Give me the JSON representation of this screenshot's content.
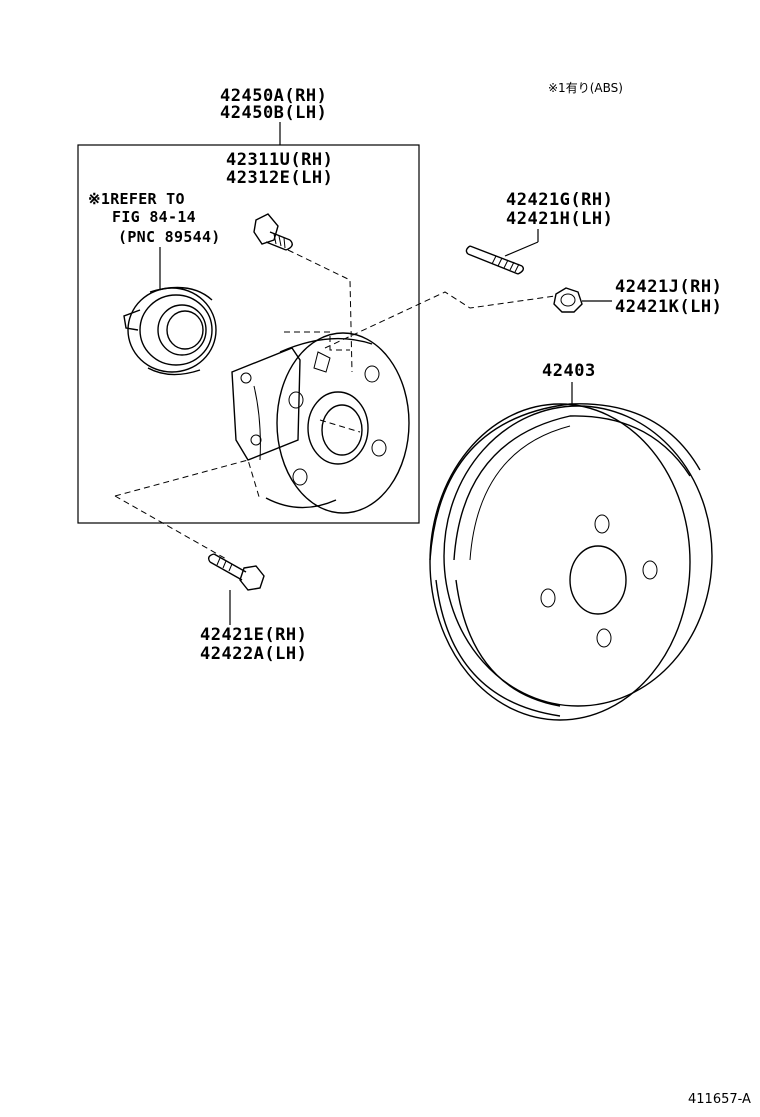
{
  "header_note": "※1有り(ABS)",
  "labels": {
    "hub_assembly": [
      "42450A(RH)",
      "42450B(LH)"
    ],
    "hub_bolt": [
      "42311U(RH)",
      "42312E(LH)"
    ],
    "refer_note": [
      "※1REFER TO",
      "FIG 84-14",
      "(PNC 89544)"
    ],
    "stud_bolt": [
      "42421G(RH)",
      "42421H(LH)"
    ],
    "nut": [
      "42421J(RH)",
      "42421K(LH)"
    ],
    "brake_drum": "42403",
    "hub_mount_bolt": [
      "42421E(RH)",
      "42422A(LH)"
    ]
  },
  "figure_ref": "411657-A"
}
